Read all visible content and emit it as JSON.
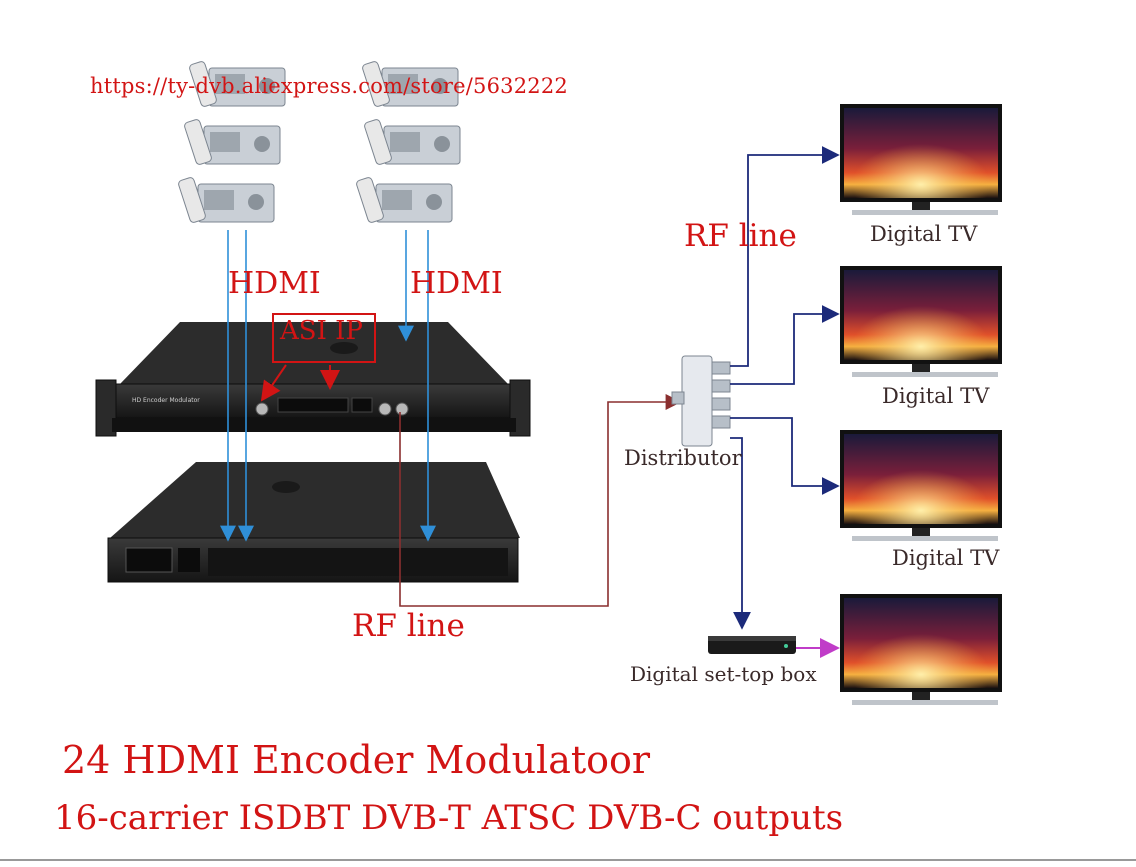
{
  "url": "https://ty-dvb.aliexpress.com/store/5632222",
  "labels": {
    "hdmi_left": "HDMI",
    "hdmi_right": "HDMI",
    "asi_ip": "ASI IP",
    "rf_line_top": "RF line",
    "rf_line_bottom": "RF line",
    "distributor": "Distributor",
    "set_top_box": "Digital set-top box"
  },
  "tvs": [
    {
      "label": "Digital TV"
    },
    {
      "label": "Digital TV"
    },
    {
      "label": "Digital TV"
    },
    {
      "label": ""
    }
  ],
  "device": {
    "modulator_label": "HD Encoder Modulator"
  },
  "titles": {
    "line1": "24 HDMI Encoder Modulatoor",
    "line2": "16-carrier ISDBT DVB-T ATSC DVB-C outputs"
  },
  "colors": {
    "text_red": "#d21414",
    "arrow_blue": "#1c2a7a",
    "hdmi_line_blue": "#2f8fd8",
    "rf_line_brown": "#8a2f2f",
    "stb_arrow_magenta": "#c03cc8"
  }
}
